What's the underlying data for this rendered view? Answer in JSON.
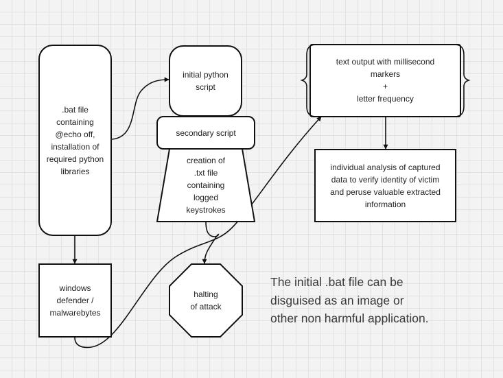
{
  "nodes": {
    "bat_file": ".bat file\ncontaining\n@echo off,\ninstallation of\nrequired python\nlibraries",
    "initial_script": "initial python\nscript",
    "secondary_script": "secondary script",
    "creation_txt": "creation of\n.txt file\ncontaining\nlogged\nkeystrokes",
    "text_output": "text output with millisecond\nmarkers\n+\nletter frequency",
    "analysis": "individual analysis of captured\ndata to verify identity of victim\nand peruse valuable extracted\ninformation",
    "defender": "windows\ndefender /\nmalwarebytes",
    "halting": "halting\nof attack"
  },
  "note": "The initial .bat file can be\ndisguised as an image or\nother non harmful application."
}
